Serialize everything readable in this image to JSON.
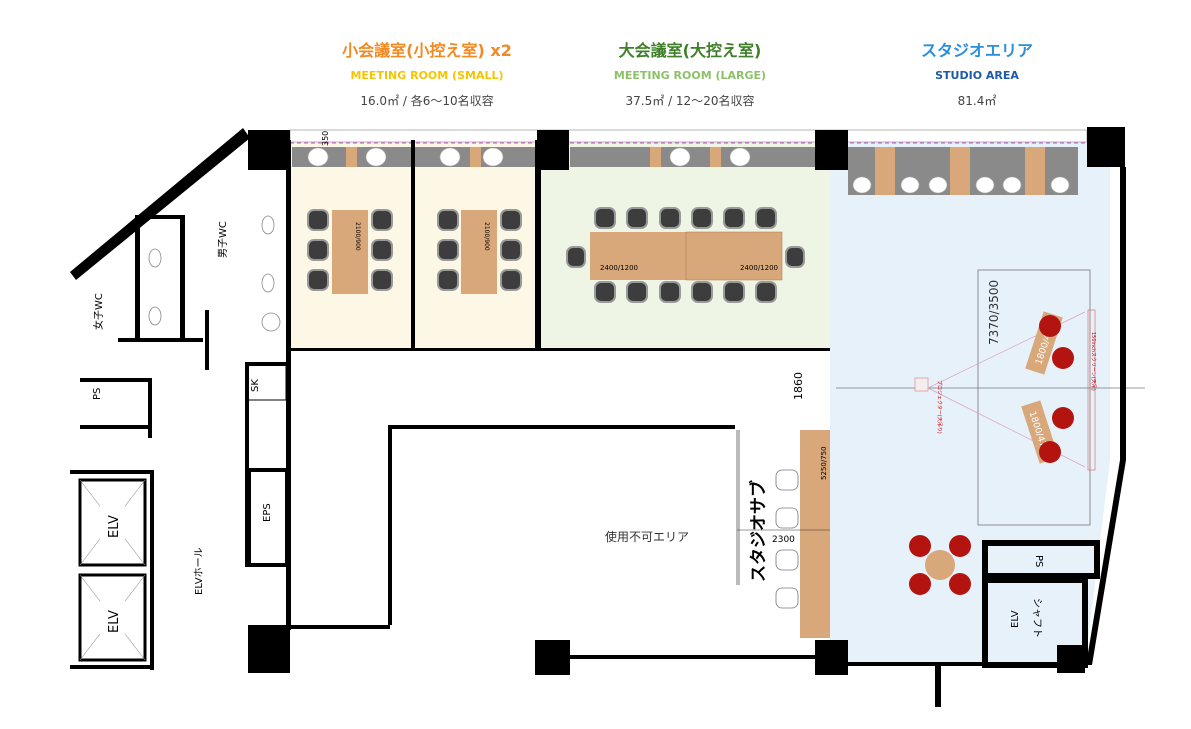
{
  "headers": {
    "small": {
      "title": "小会議室(小控え室) x2",
      "subtitle": "MEETING ROOM (SMALL)",
      "area": "16.0㎡ / 各6〜10名収容",
      "title_color": "#f08a24",
      "subtitle_color": "#f5c400"
    },
    "large": {
      "title": "大会議室(大控え室)",
      "subtitle": "MEETING ROOM (LARGE)",
      "area": "37.5㎡ / 12〜20名収容",
      "title_color": "#3f7f2a",
      "subtitle_color": "#8cc06a"
    },
    "studio": {
      "title": "スタジオエリア",
      "subtitle": "STUDIO AREA",
      "area": "81.4㎡",
      "title_color": "#2b8fd9",
      "subtitle_color": "#1f5aa8"
    }
  },
  "labels": {
    "womens_wc": "女子WC",
    "mens_wc": "男子WC",
    "ps_left": "PS",
    "sk": "SK",
    "eps": "EPS",
    "elv1": "ELV",
    "elv2": "ELV",
    "elv_hall": "ELVホール",
    "unusable_area": "使用不可エリア",
    "studio_sub": "スタジオサブ",
    "ps_right": "PS",
    "elv_shaft_elv": "ELV",
    "elv_shaft": "シャフト",
    "projector": "プロジェクター(天吊り)",
    "screen": "150inchスクリーン(天吊)"
  },
  "dimensions": {
    "window_depth": "350",
    "small_table_1": "2100/900",
    "small_table_2": "2100/900",
    "large_table_1": "2400/1200",
    "large_table_2": "2400/1200",
    "stage_area": "7370/3500",
    "desk_1": "1800/475",
    "desk_2": "1800/475",
    "corridor": "1860",
    "sub_width": "2300",
    "sub_counter": "5250/750"
  },
  "colors": {
    "small_room": "#fdf7e6",
    "large_room": "#eef5e4",
    "studio": "#e6f1fa",
    "table": "#d9a87a",
    "chair": "#3d3d3d",
    "red_chair": "#b3140f",
    "wall": "#000000"
  }
}
